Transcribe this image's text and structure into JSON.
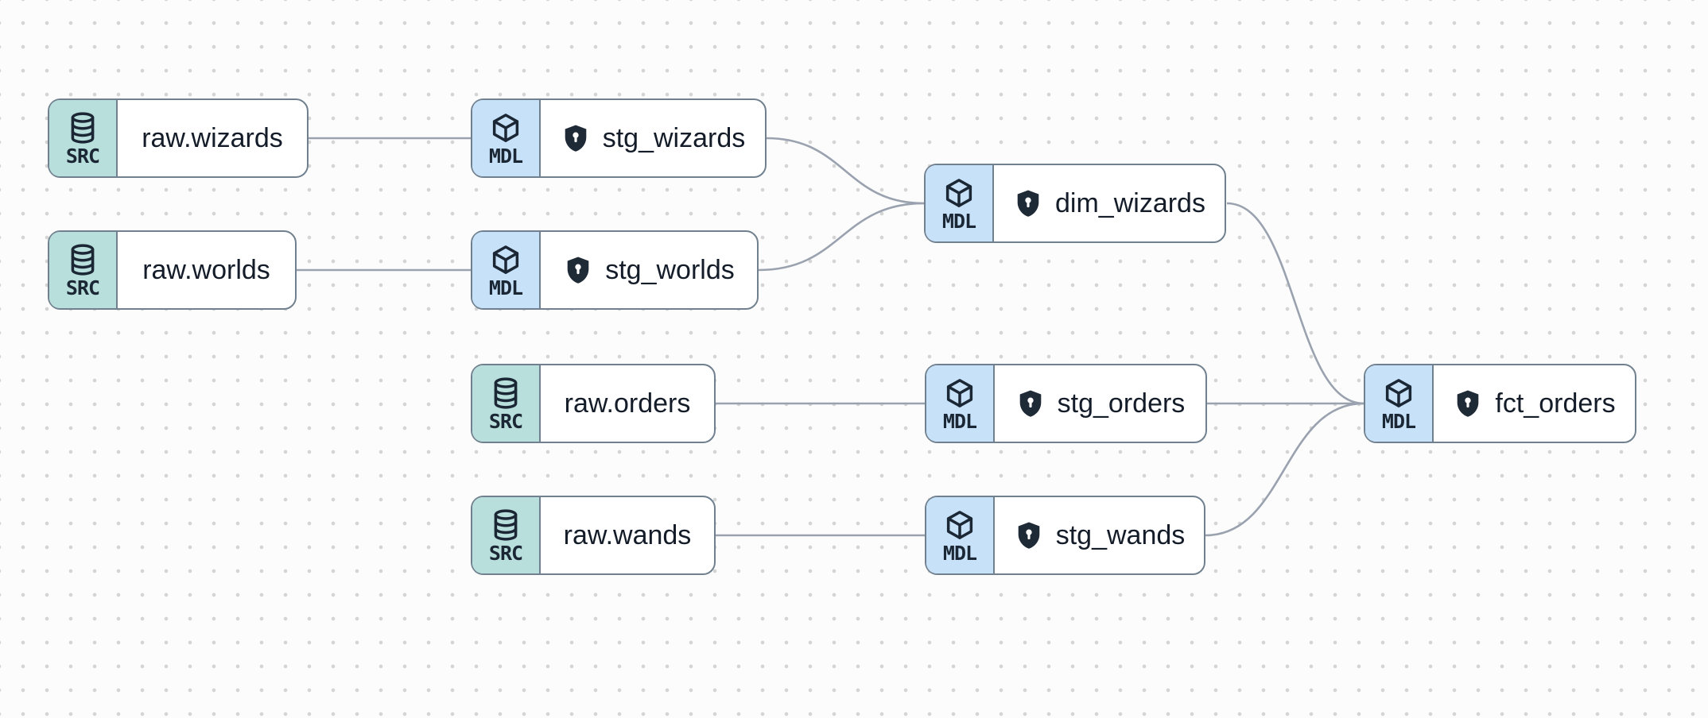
{
  "diagram": {
    "type": "data-lineage-dag",
    "background_color": "#fcfcfc",
    "dot_grid_color": "#d4d4d4",
    "edge_color": "#9aa2af",
    "node_border_color": "#71808f",
    "label_text_color": "#131c28",
    "badge_types": {
      "src": {
        "label": "SRC",
        "color": "#b8dfdc",
        "icon": "database-icon"
      },
      "mdl": {
        "label": "MDL",
        "color": "#c6e1f8",
        "icon": "cube-icon"
      }
    },
    "shield_icon_color": "#1f2a37",
    "nodes": [
      {
        "id": "raw.wizards",
        "label": "raw.wizards",
        "badge": "SRC",
        "kind": "source",
        "shield": false
      },
      {
        "id": "stg_wizards",
        "label": "stg_wizards",
        "badge": "MDL",
        "kind": "model",
        "shield": true
      },
      {
        "id": "raw.worlds",
        "label": "raw.worlds",
        "badge": "SRC",
        "kind": "source",
        "shield": false
      },
      {
        "id": "stg_worlds",
        "label": "stg_worlds",
        "badge": "MDL",
        "kind": "model",
        "shield": true
      },
      {
        "id": "dim_wizards",
        "label": "dim_wizards",
        "badge": "MDL",
        "kind": "model",
        "shield": true
      },
      {
        "id": "raw.orders",
        "label": "raw.orders",
        "badge": "SRC",
        "kind": "source",
        "shield": false
      },
      {
        "id": "stg_orders",
        "label": "stg_orders",
        "badge": "MDL",
        "kind": "model",
        "shield": true
      },
      {
        "id": "fct_orders",
        "label": "fct_orders",
        "badge": "MDL",
        "kind": "model",
        "shield": true
      },
      {
        "id": "raw.wands",
        "label": "raw.wands",
        "badge": "SRC",
        "kind": "source",
        "shield": false
      },
      {
        "id": "stg_wands",
        "label": "stg_wands",
        "badge": "MDL",
        "kind": "model",
        "shield": true
      }
    ],
    "edges": [
      {
        "from": "raw.wizards",
        "to": "stg_wizards"
      },
      {
        "from": "raw.worlds",
        "to": "stg_worlds"
      },
      {
        "from": "raw.orders",
        "to": "stg_orders"
      },
      {
        "from": "raw.wands",
        "to": "stg_wands"
      },
      {
        "from": "stg_wizards",
        "to": "dim_wizards"
      },
      {
        "from": "stg_worlds",
        "to": "dim_wizards"
      },
      {
        "from": "stg_orders",
        "to": "fct_orders"
      },
      {
        "from": "dim_wizards",
        "to": "fct_orders"
      },
      {
        "from": "stg_wands",
        "to": "fct_orders"
      }
    ]
  }
}
